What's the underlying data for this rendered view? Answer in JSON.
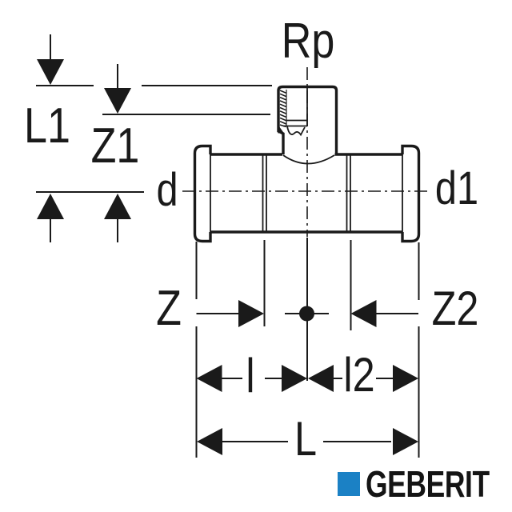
{
  "diagram": {
    "type": "technical-drawing",
    "subject": "press-fit tee with female threaded branch",
    "labels": {
      "branch_thread": "Rp",
      "branch_height": "L1",
      "branch_z": "Z1",
      "left_diameter": "d",
      "right_diameter": "d1",
      "z_left": "Z",
      "z_right": "Z2",
      "insertion_left": "l",
      "insertion_right": "l2",
      "overall_length": "L"
    },
    "colors": {
      "line": "#1a1a1a",
      "background": "#ffffff"
    }
  },
  "logo": {
    "brand_text": "GEBERIT",
    "square_color": "#1b81c5",
    "text_color": "#141414"
  }
}
